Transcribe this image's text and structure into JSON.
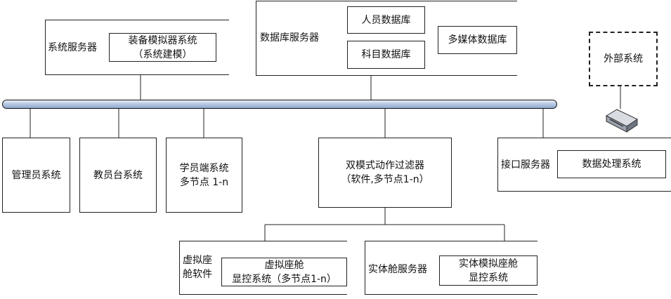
{
  "diagram": {
    "system_server": {
      "label": "系统服务器",
      "inner": [
        "装备模拟器系统",
        "（系统建模）"
      ]
    },
    "db_server": {
      "label": "数据库服务器",
      "personnel_db": "人员数据库",
      "subject_db": "科目数据库",
      "multimedia_db": "多媒体数据库"
    },
    "external_system": "外部系统",
    "admin_system": "管理员系统",
    "instructor_system": "教员台系统",
    "student_system": [
      "学员端系统",
      "多节点 1-n"
    ],
    "dual_filter": [
      "双模式动作过滤器",
      "（软件,多节点1-n）"
    ],
    "interface_server": {
      "label": "接口服务器",
      "inner": "数据处理系统"
    },
    "virtual_cockpit": {
      "label": [
        "虚拟座",
        "舱软件"
      ],
      "inner": [
        "虚拟座舱",
        "显控系统（多节点1-n）"
      ]
    },
    "physical_cockpit": {
      "label": "实体舱服务器",
      "inner": [
        "实体模拟座舱",
        "显控系统"
      ]
    }
  }
}
